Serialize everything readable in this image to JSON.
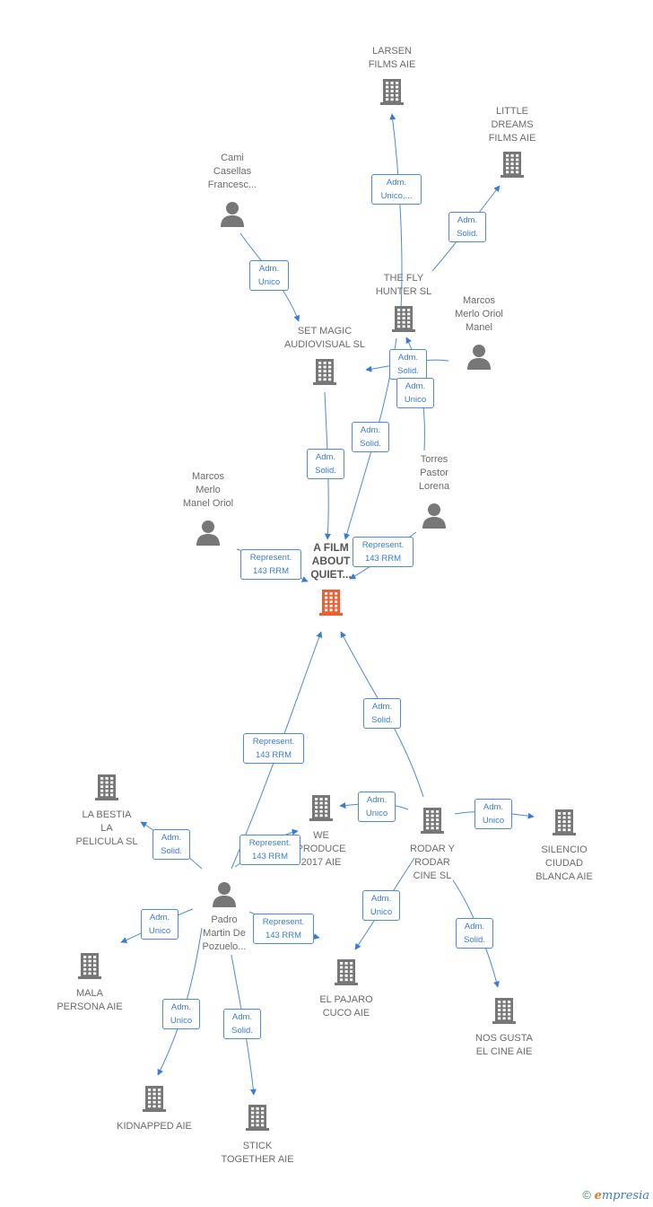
{
  "colors": {
    "accent": "#4a8ad8",
    "main_node": "#f25c2e",
    "node": "#777777"
  },
  "nodes": [
    {
      "id": "larsen",
      "kind": "company",
      "label": "LARSEN\nFILMS  AIE"
    },
    {
      "id": "little",
      "kind": "company",
      "label": "LITTLE\nDREAMS\nFILMS  AIE"
    },
    {
      "id": "cami",
      "kind": "person",
      "label": "Cami\nCasellas\nFrancesc..."
    },
    {
      "id": "flyhunter",
      "kind": "company",
      "label": "THE FLY\nHUNTER  SL"
    },
    {
      "id": "marcos1",
      "kind": "person",
      "label": "Marcos\nMerlo Oriol\nManel"
    },
    {
      "id": "setmagic",
      "kind": "company",
      "label": "SET MAGIC\nAUDIOVISUAL SL"
    },
    {
      "id": "torres",
      "kind": "person",
      "label": "Torres\nPastor\nLorena"
    },
    {
      "id": "marcos2",
      "kind": "person",
      "label": "Marcos\nMerlo\nManel Oriol"
    },
    {
      "id": "main",
      "kind": "main",
      "label": "A FILM\nABOUT\nQUIET..."
    },
    {
      "id": "labestia",
      "kind": "company",
      "label": "LA BESTIA\nLA\nPELICULA  SL"
    },
    {
      "id": "weproduce",
      "kind": "company",
      "label": "WE\nPRODUCE\n2017 AIE"
    },
    {
      "id": "rodar",
      "kind": "company",
      "label": "RODAR Y\nRODAR\nCINE  SL"
    },
    {
      "id": "silencio",
      "kind": "company",
      "label": "SILENCIO\nCIUDAD\nBLANCA AIE"
    },
    {
      "id": "padro",
      "kind": "person",
      "label": "Padro\nMartin De\nPozuelo..."
    },
    {
      "id": "mala",
      "kind": "company",
      "label": "MALA\nPERSONA  AIE"
    },
    {
      "id": "pajaro",
      "kind": "company",
      "label": "EL PAJARO\nCUCO  AIE"
    },
    {
      "id": "nosgusta",
      "kind": "company",
      "label": "NOS GUSTA\nEL CINE  AIE"
    },
    {
      "id": "kidnapped",
      "kind": "company",
      "label": "KIDNAPPED AIE"
    },
    {
      "id": "stick",
      "kind": "company",
      "label": "STICK\nTOGETHER  AIE"
    }
  ],
  "relations": [
    {
      "from": "flyhunter",
      "to": "larsen",
      "label": "Adm.\nUnico,..."
    },
    {
      "from": "flyhunter",
      "to": "little",
      "label": "Adm.\nSolid."
    },
    {
      "from": "cami",
      "to": "setmagic",
      "label": "Adm.\nUnico"
    },
    {
      "from": "marcos1",
      "to": "setmagic",
      "label": "Adm.\nSolid."
    },
    {
      "from": "torres",
      "to": "flyhunter",
      "label": "Adm.\nUnico"
    },
    {
      "from": "setmagic",
      "to": "main",
      "label": "Adm.\nSolid."
    },
    {
      "from": "flyhunter",
      "to": "main",
      "label": "Adm.\nSolid."
    },
    {
      "from": "marcos2",
      "to": "main",
      "label": "Represent.\n143 RRM"
    },
    {
      "from": "torres",
      "to": "main",
      "label": "Represent.\n143 RRM"
    },
    {
      "from": "padro",
      "to": "main",
      "label": "Represent.\n143 RRM"
    },
    {
      "from": "rodar",
      "to": "main",
      "label": "Adm.\nSolid."
    },
    {
      "from": "rodar",
      "to": "weproduce",
      "label": "Adm.\nUnico"
    },
    {
      "from": "rodar",
      "to": "silencio",
      "label": "Adm.\nUnico"
    },
    {
      "from": "rodar",
      "to": "pajaro",
      "label": "Adm.\nUnico"
    },
    {
      "from": "rodar",
      "to": "nosgusta",
      "label": "Adm.\nSolid."
    },
    {
      "from": "padro",
      "to": "labestia",
      "label": "Adm.\nSolid."
    },
    {
      "from": "padro",
      "to": "weproduce",
      "label": "Represent.\n143 RRM"
    },
    {
      "from": "padro",
      "to": "mala",
      "label": "Adm.\nUnico"
    },
    {
      "from": "padro",
      "to": "pajaro",
      "label": "Represent.\n143 RRM"
    },
    {
      "from": "padro",
      "to": "kidnapped",
      "label": "Adm.\nUnico"
    },
    {
      "from": "padro",
      "to": "stick",
      "label": "Adm.\nSolid."
    }
  ],
  "footer": {
    "copyright": "©",
    "brand_initial": "e",
    "brand_rest": "mpresia"
  }
}
